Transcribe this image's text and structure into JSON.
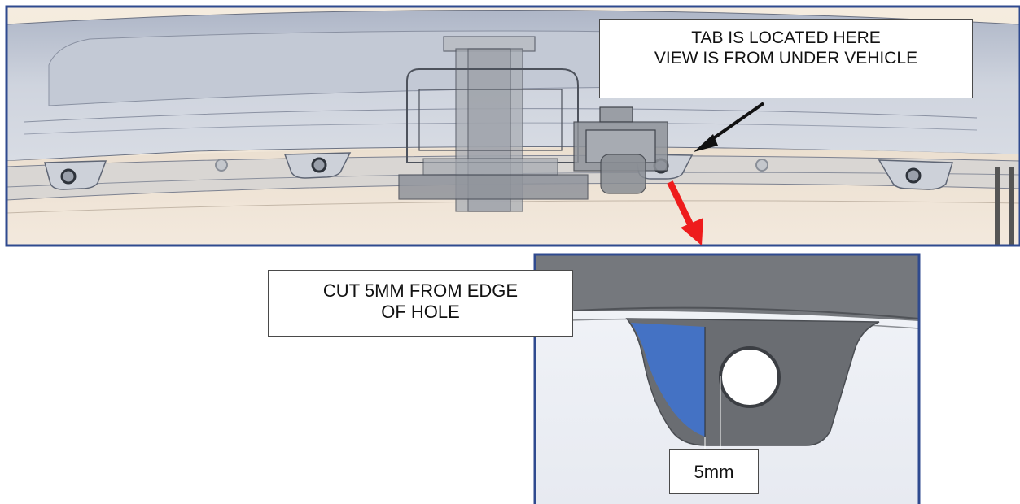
{
  "callouts": {
    "tab_location": {
      "line1": "TAB IS LOCATED HERE",
      "line2": "VIEW IS FROM UNDER VEHICLE"
    },
    "cut_instruction": {
      "line1": "CUT 5MM FROM EDGE",
      "line2": "OF HOLE"
    },
    "dimension": "5mm"
  },
  "colors": {
    "frame_border": "#2f4a8f",
    "cut_region": "#4472c4",
    "pointer_arrow": "#111111",
    "detail_arrow": "#ee1c1c",
    "bumper_body": "#c9ced8",
    "tab_gray": "#6f7278"
  }
}
